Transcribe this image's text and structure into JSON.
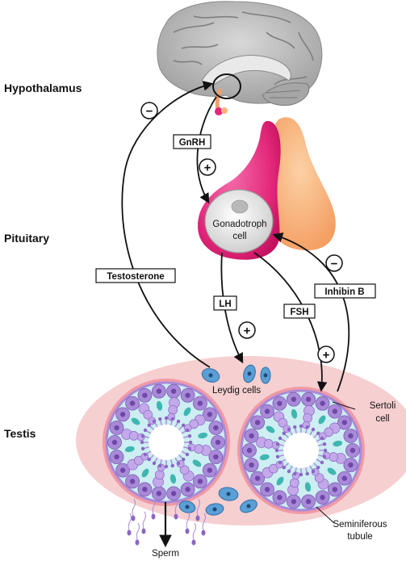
{
  "levels": {
    "hypothalamus": "Hypothalamus",
    "pituitary": "Pituitary",
    "testis": "Testis"
  },
  "hormones": {
    "gnrh": "GnRH",
    "lh": "LH",
    "fsh": "FSH",
    "testosterone": "Testosterone",
    "inhibin_b": "Inhibin B"
  },
  "cells": {
    "gonadotroph_line1": "Gonadotroph",
    "gonadotroph_line2": "cell",
    "leydig": "Leydig cells",
    "sertoli_line1": "Sertoli",
    "sertoli_line2": "cell",
    "seminiferous_line1": "Seminiferous",
    "seminiferous_line2": "tubule",
    "sperm": "Sperm"
  },
  "signs": {
    "positive": "+",
    "negative": "−"
  },
  "colors": {
    "brain": "#b9b9b9",
    "pituitary_anterior": "#e3287a",
    "pituitary_posterior": "#f7b37a",
    "testis_capsule": "#f6cfd1",
    "tubule_lumen_bg": "#cdeef2",
    "germ_cell": "#a98ad8",
    "leydig": "#5a9fd6"
  }
}
